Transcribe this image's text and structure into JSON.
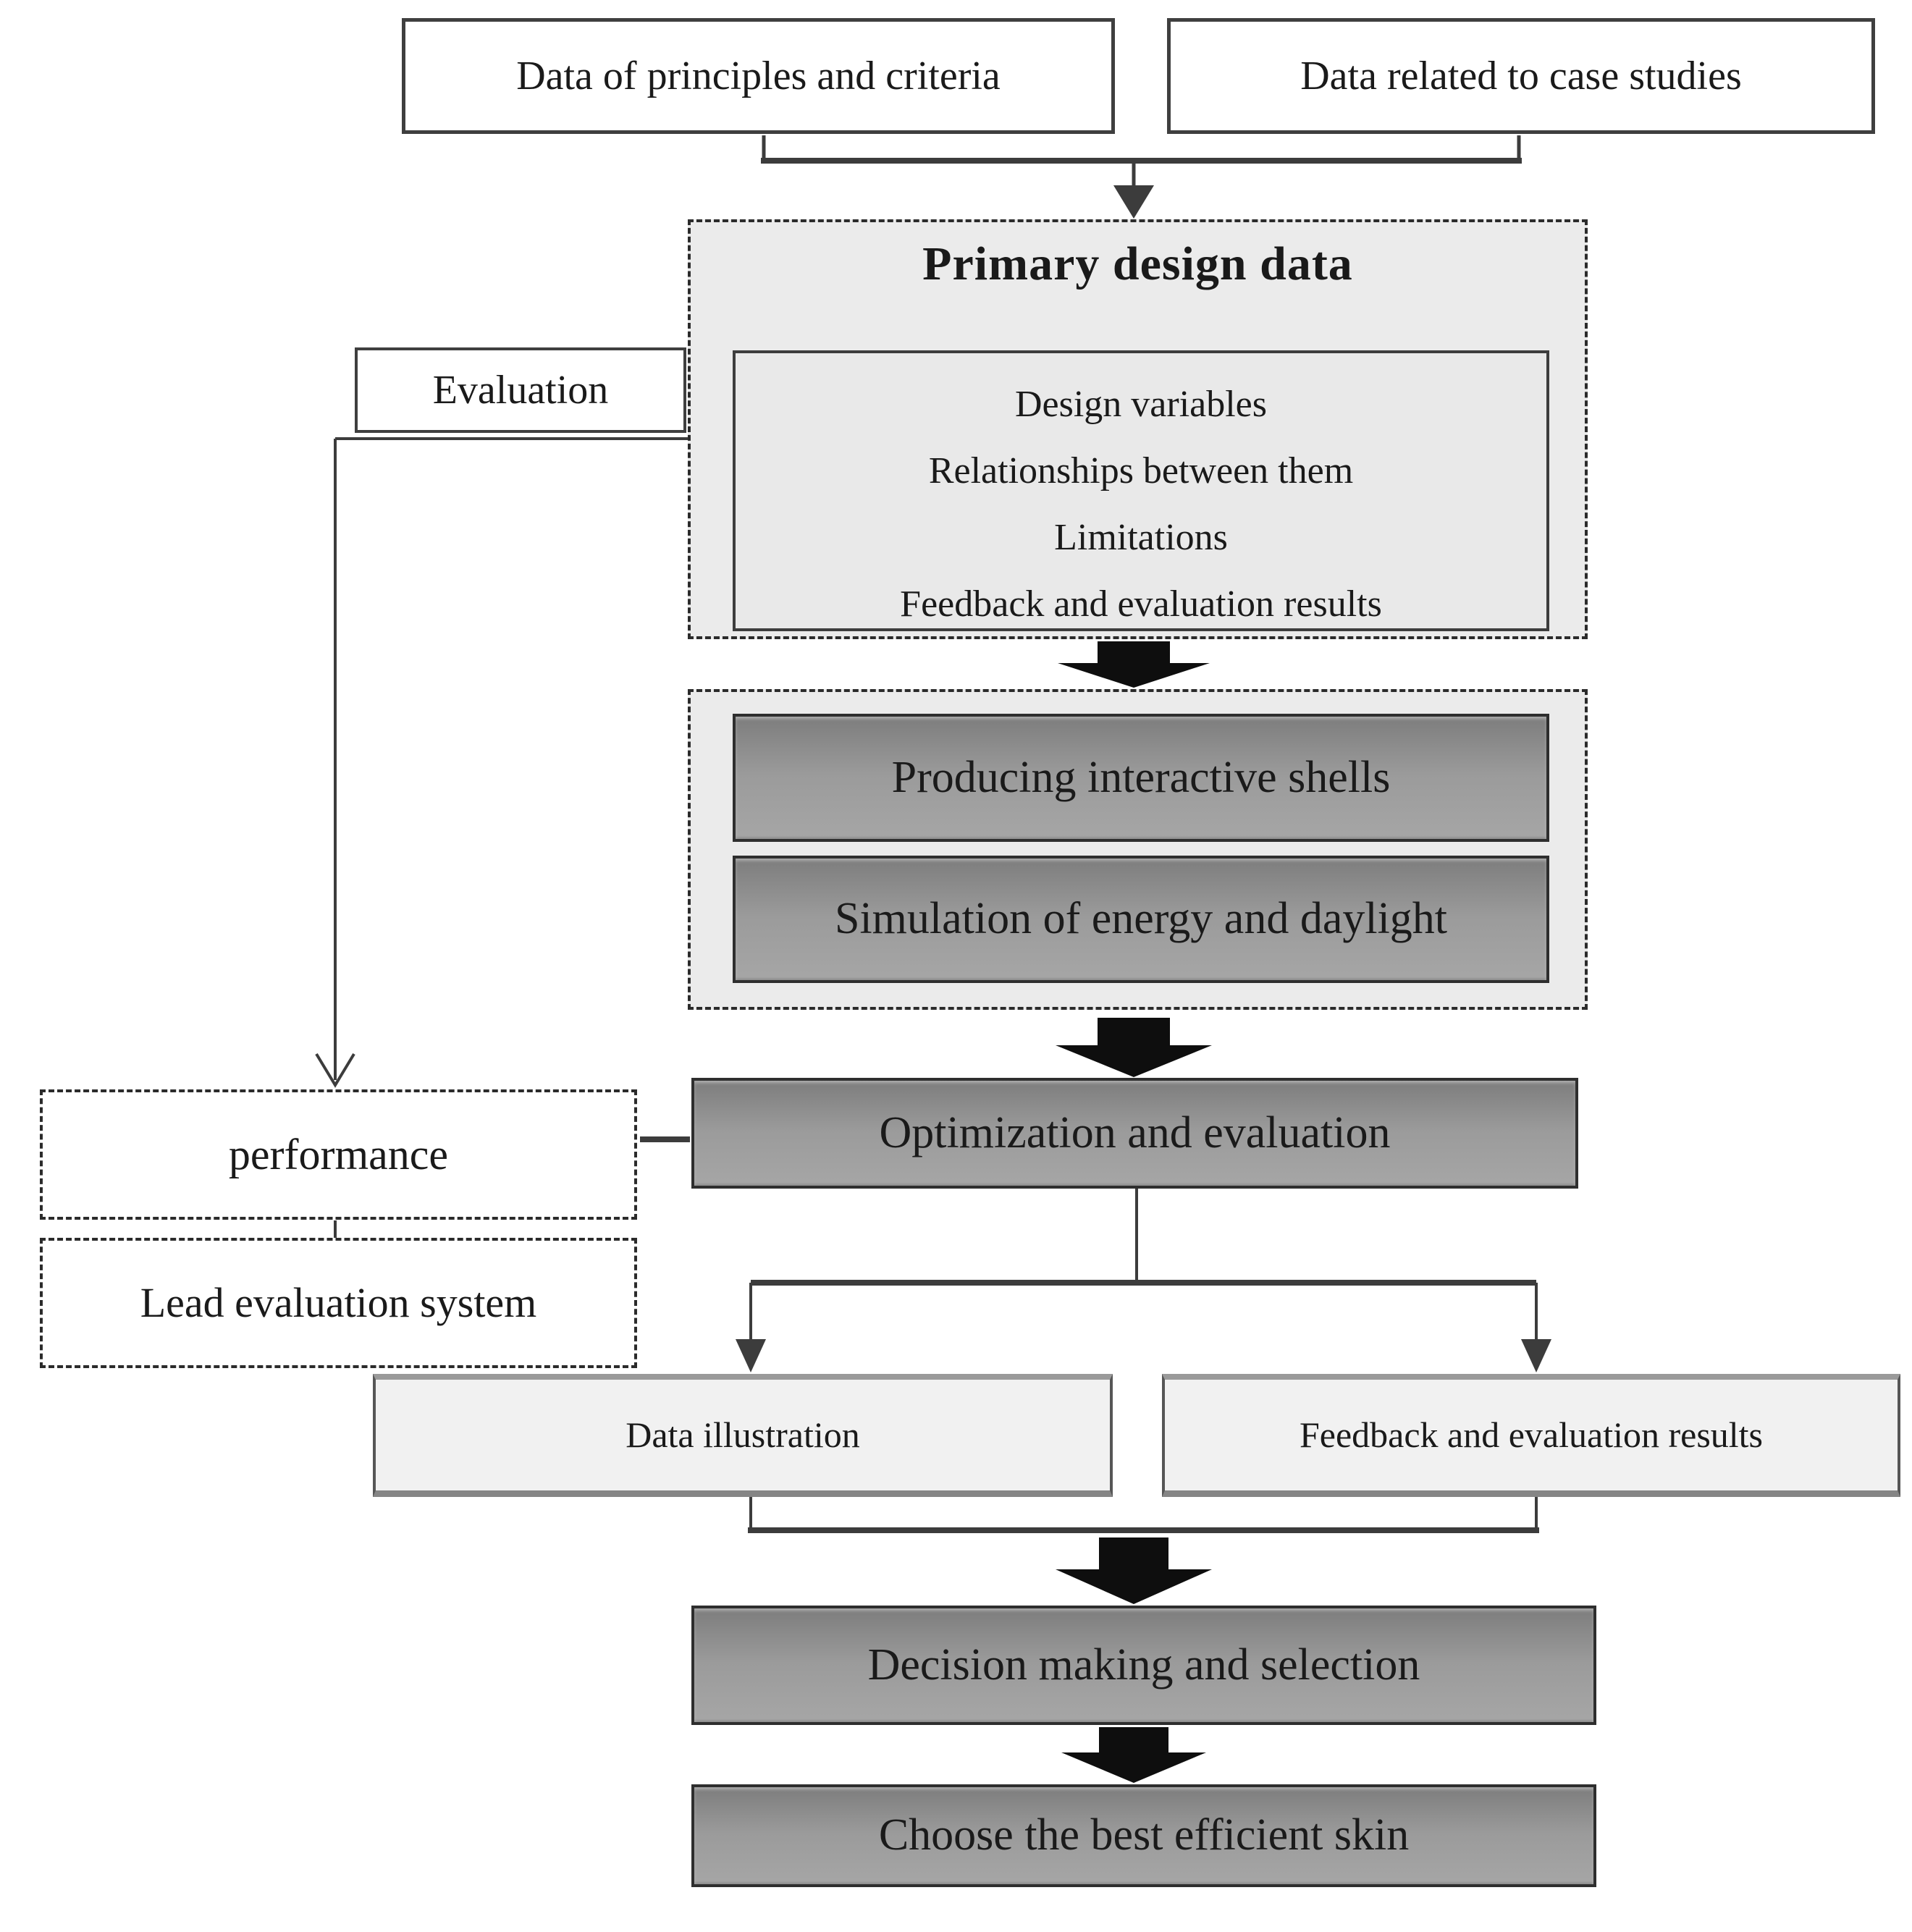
{
  "nodes": {
    "principles": {
      "label": "Data of principles and criteria"
    },
    "case_studies": {
      "label": "Data related to case studies"
    },
    "primary": {
      "title": "Primary design data",
      "items": [
        "Design  variables",
        "Relationships  between  them",
        "Limitations",
        "Feedback and evaluation  results"
      ]
    },
    "evaluation": {
      "label": "Evaluation"
    },
    "producing_shells": {
      "label": "Producing interactive  shells"
    },
    "simulation": {
      "label": "Simulation  of energy and daylight"
    },
    "optimization": {
      "label": "Optimization  and evaluation"
    },
    "performance": {
      "label": "performance"
    },
    "lead_system": {
      "label": "Lead evaluation  system"
    },
    "data_illustration": {
      "label": "Data illustration"
    },
    "feedback_results": {
      "label": "Feedback and  evaluation  results"
    },
    "decision": {
      "label": "Decision making  and selection"
    },
    "choose_skin": {
      "label": "Choose the best efficient  skin"
    }
  },
  "colors": {
    "panel_fill": "#ebebeb",
    "light_box_fill": "#f1f1f1",
    "dark_box_top": "#7d7d7d",
    "dark_box_bottom": "#a6a6a6",
    "dark_box_border": "#2e2e2e",
    "line": "#3c3c3c",
    "arrow_fill": "#0e0e0e",
    "text": "#1a1a1a",
    "background": "#ffffff"
  }
}
